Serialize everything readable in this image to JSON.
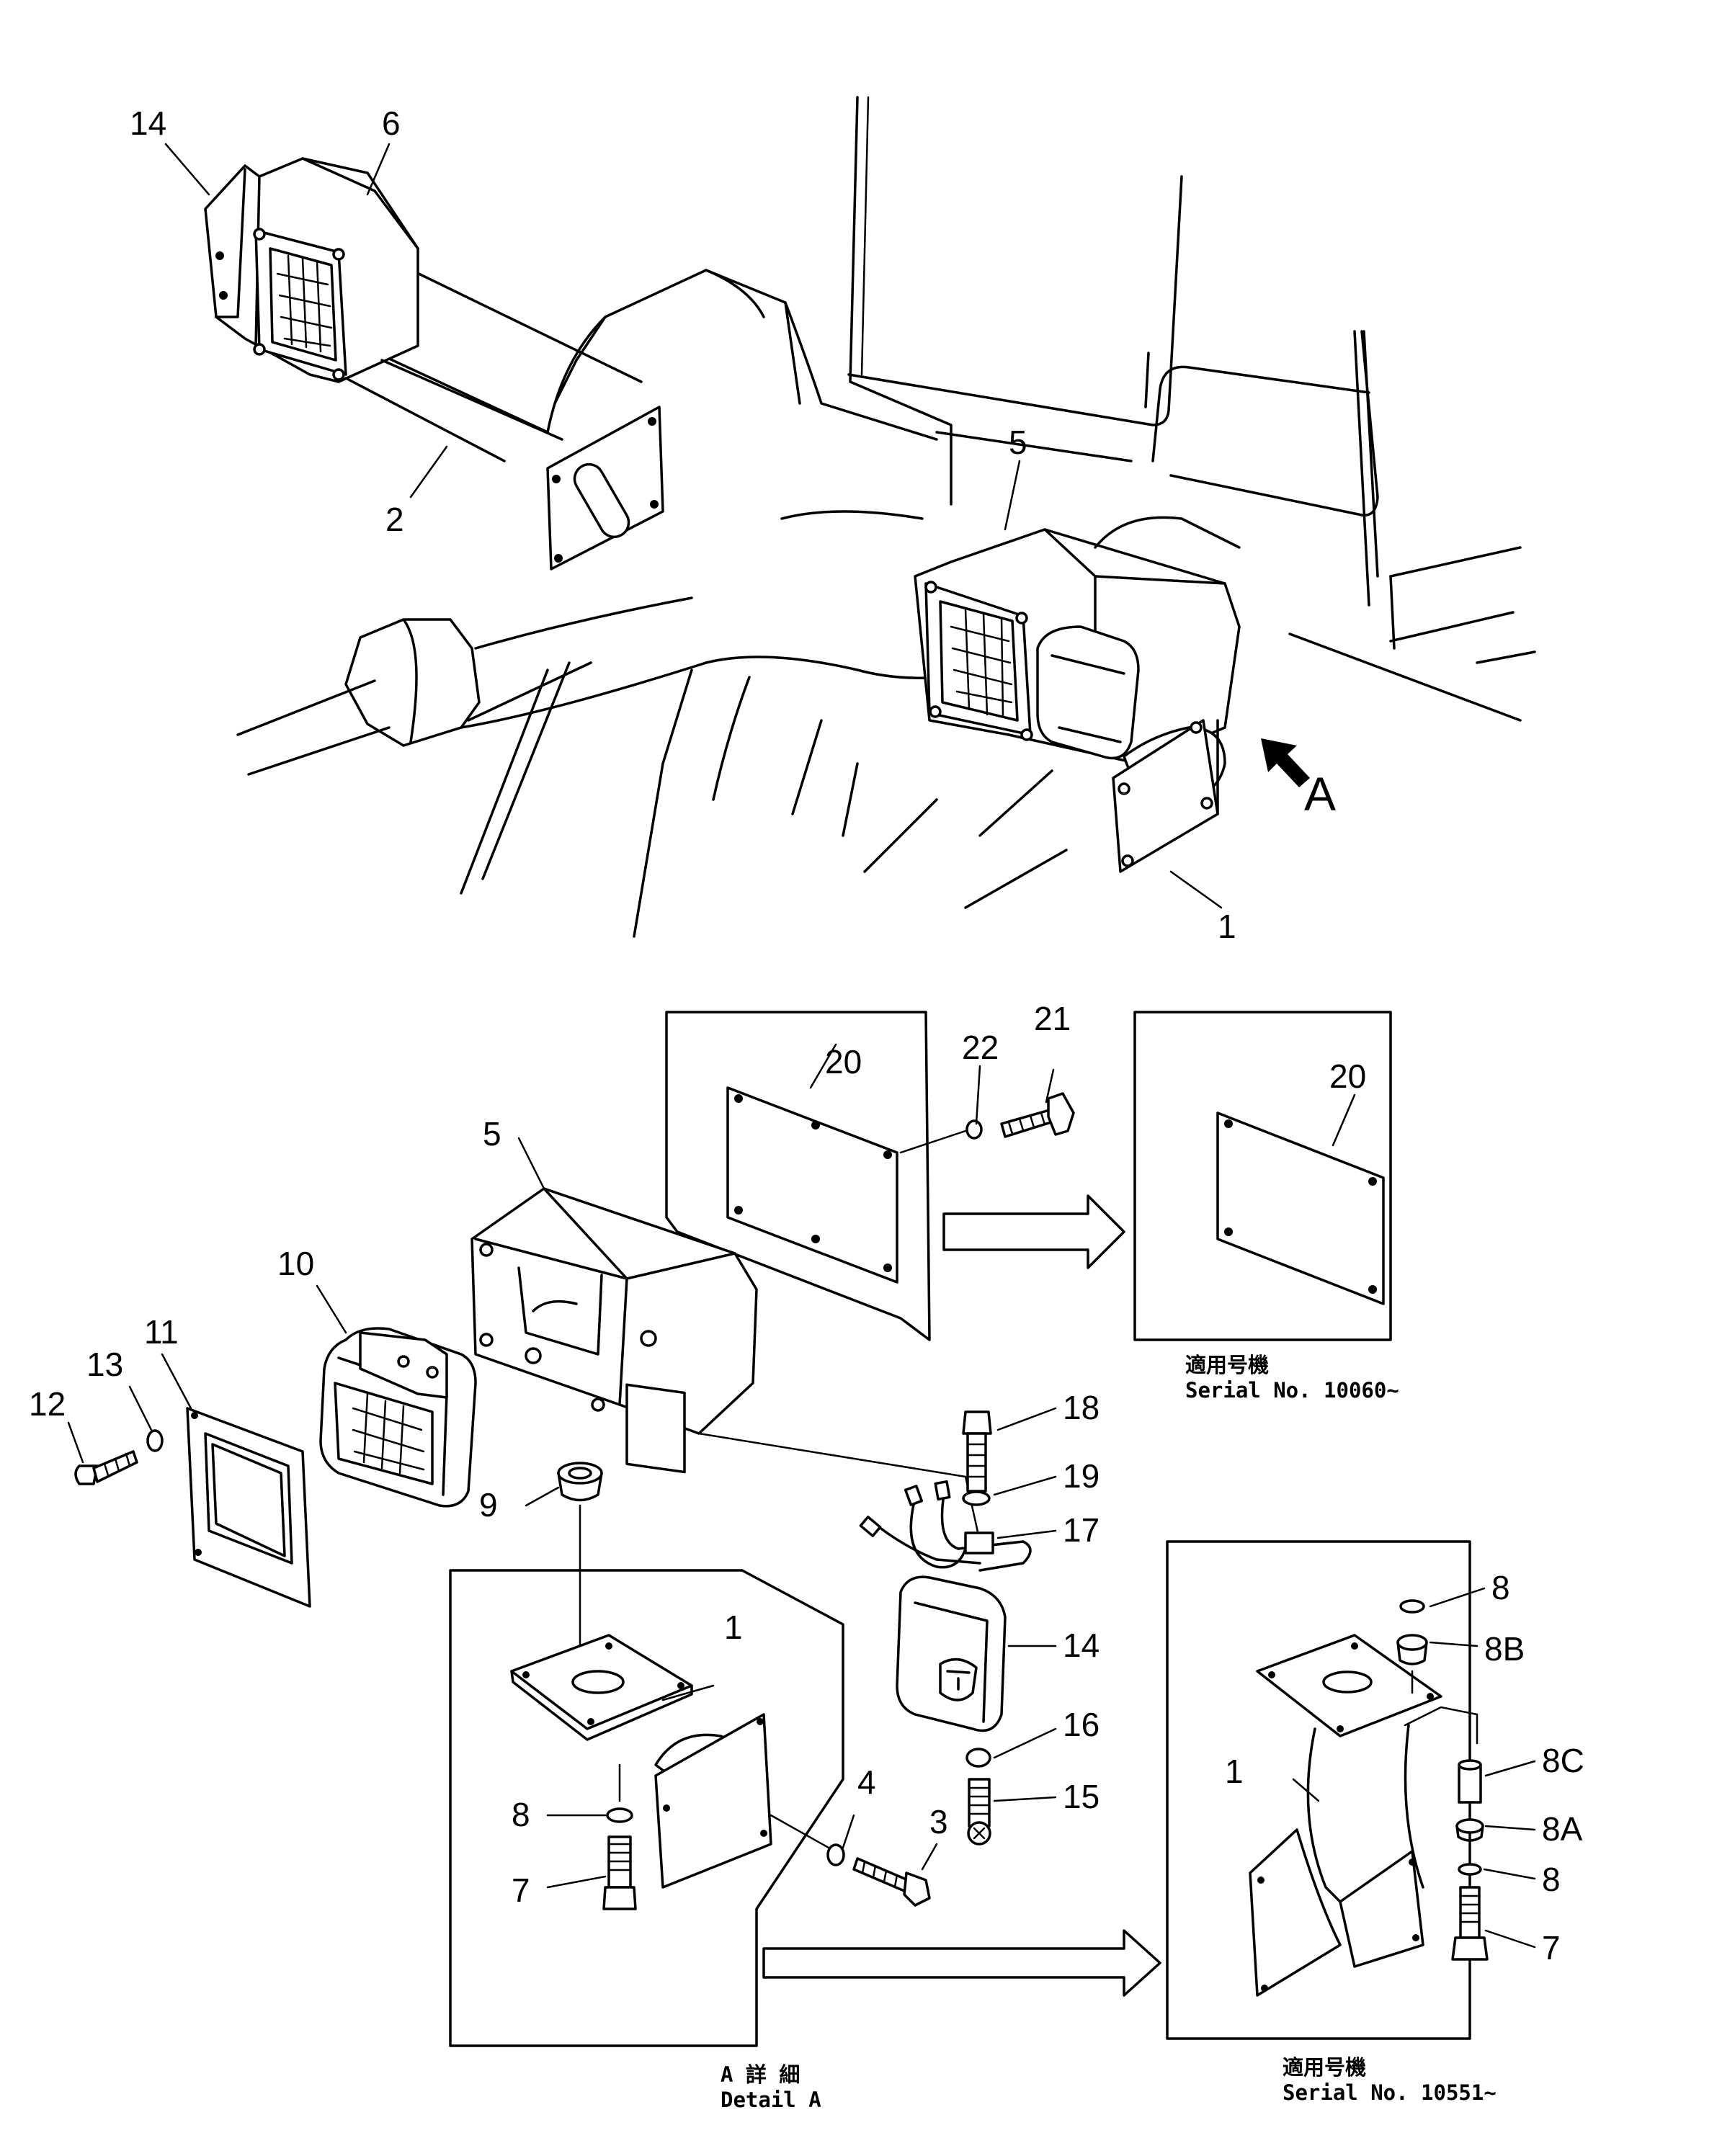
{
  "callouts": {
    "c14_top": "14",
    "c6": "6",
    "c2": "2",
    "c5_top": "5",
    "c1_top": "1",
    "arrow_a": "A",
    "c20_left": "20",
    "c22": "22",
    "c21": "21",
    "c20_right": "20",
    "c5": "5",
    "c10": "10",
    "c11": "11",
    "c13": "13",
    "c12": "12",
    "c9": "9",
    "c18": "18",
    "c19": "19",
    "c17": "17",
    "c14": "14",
    "c16": "16",
    "c15": "15",
    "c1_detail": "1",
    "c8_detail": "8",
    "c7_detail": "7",
    "c4": "4",
    "c3": "3",
    "c8_a": "8",
    "c8b": "8B",
    "c8c": "8C",
    "c8a": "8A",
    "c8_b": "8",
    "c7_right": "7",
    "c1_right": "1"
  },
  "notes": {
    "serial_top_jp": "適用号機",
    "serial_top": "Serial  No.  10060~",
    "serial_bottom_jp": "適用号機",
    "serial_bottom": "Serial  No.  10551~",
    "detail_jp": "A 詳 細",
    "detail": "Detail A"
  }
}
